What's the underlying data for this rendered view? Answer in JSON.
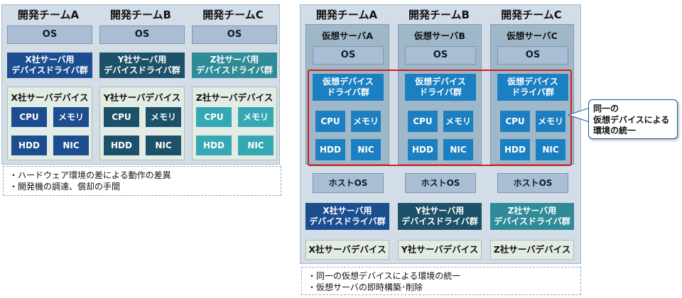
{
  "left": {
    "teams": [
      {
        "name": "開発チームA",
        "os": "OS",
        "driver": [
          "X社サーバ用",
          "デバイスドライバ群"
        ],
        "device_title": "X社サーバデバイス",
        "hw": [
          "CPU",
          "メモリ",
          "HDD",
          "NIC"
        ]
      },
      {
        "name": "開発チームB",
        "os": "OS",
        "driver": [
          "Y社サーバ用",
          "デバイスドライバ群"
        ],
        "device_title": "Y社サーバデバイス",
        "hw": [
          "CPU",
          "メモリ",
          "HDD",
          "NIC"
        ]
      },
      {
        "name": "開発チームC",
        "os": "OS",
        "driver": [
          "Z社サーバ用",
          "デバイスドライバ群"
        ],
        "device_title": "Z社サーバデバイス",
        "hw": [
          "CPU",
          "メモリ",
          "HDD",
          "NIC"
        ]
      }
    ],
    "notes": [
      "・ハードウェア環境の差による動作の差異",
      "・開発機の調達、償却の手間"
    ]
  },
  "right": {
    "teams": [
      {
        "name": "開発チームA",
        "vm": "仮想サーバA",
        "os": "OS",
        "vdriver": [
          "仮想デバイス",
          "ドライバ群"
        ],
        "hw": [
          "CPU",
          "メモリ",
          "HDD",
          "NIC"
        ],
        "host": "ホストOS",
        "driver": [
          "X社サーバ用",
          "デバイスドライバ群"
        ],
        "device": "X社サーバデバイス"
      },
      {
        "name": "開発チームB",
        "vm": "仮想サーバB",
        "os": "OS",
        "vdriver": [
          "仮想デバイス",
          "ドライバ群"
        ],
        "hw": [
          "CPU",
          "メモリ",
          "HDD",
          "NIC"
        ],
        "host": "ホストOS",
        "driver": [
          "Y社サーバ用",
          "デバイスドライバ群"
        ],
        "device": "Y社サーバデバイス"
      },
      {
        "name": "開発チームC",
        "vm": "仮想サーバC",
        "os": "OS",
        "vdriver": [
          "仮想デバイス",
          "ドライバ群"
        ],
        "hw": [
          "CPU",
          "メモリ",
          "HDD",
          "NIC"
        ],
        "host": "ホストOS",
        "driver": [
          "Z社サーバ用",
          "デバイスドライバ群"
        ],
        "device": "Z社サーバデバイス"
      }
    ],
    "callout": [
      "同一の",
      "仮想デバイスによる",
      "環境の統一"
    ],
    "notes": [
      "・同一の仮想デバイスによる環境の統一",
      "・仮想サーバの即時構築･削除"
    ]
  },
  "colors": {
    "red_highlight": "#d31a1a",
    "driver_blue": "#1c4d8f",
    "virtual_blue": "#1b7fc1",
    "teal": "#35a8b4"
  }
}
